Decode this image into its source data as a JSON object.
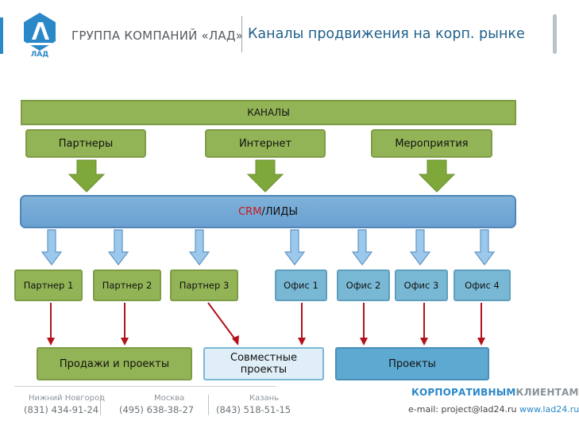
{
  "header": {
    "company": "ГРУППА КОМПАНИЙ «ЛАД»",
    "title": "Каналы продвижения на корп. рынке",
    "logo_text": "ЛАД"
  },
  "diagram": {
    "channels_title": "КАНАЛЫ",
    "sources": [
      "Партнеры",
      "Интернет",
      "Мероприятия"
    ],
    "crm_prefix": "CRM",
    "crm_suffix": "/ЛИДЫ",
    "partners": [
      "Партнер 1",
      "Партнер  2",
      "Партнер  3"
    ],
    "offices": [
      "Офис 1",
      "Офис 2",
      "Офис 3",
      "Офис 4"
    ],
    "results": [
      "Продажи и проекты",
      "Совместные проекты",
      "Проекты"
    ]
  },
  "footer": {
    "contacts": [
      {
        "city": "Нижний Новгород",
        "phone": "(831) 434-91-24"
      },
      {
        "city": "Москва",
        "phone": "(495) 638-38-27"
      },
      {
        "city": "Казань",
        "phone": "(843) 518-51-15"
      }
    ],
    "slogan_a": "КОРПОРАТИВНЫМ",
    "slogan_b": "КЛИЕНТАМ",
    "email": "e-mail: project@lad24.ru",
    "website": "www.lad24.ru"
  },
  "colors": {
    "green": "#93b456",
    "blue": "#6aa1d2",
    "office_blue": "#79b8d4",
    "result_blue": "#5ea9d1",
    "arrow_red": "#b3121a",
    "title_blue": "#1f5f8a"
  }
}
